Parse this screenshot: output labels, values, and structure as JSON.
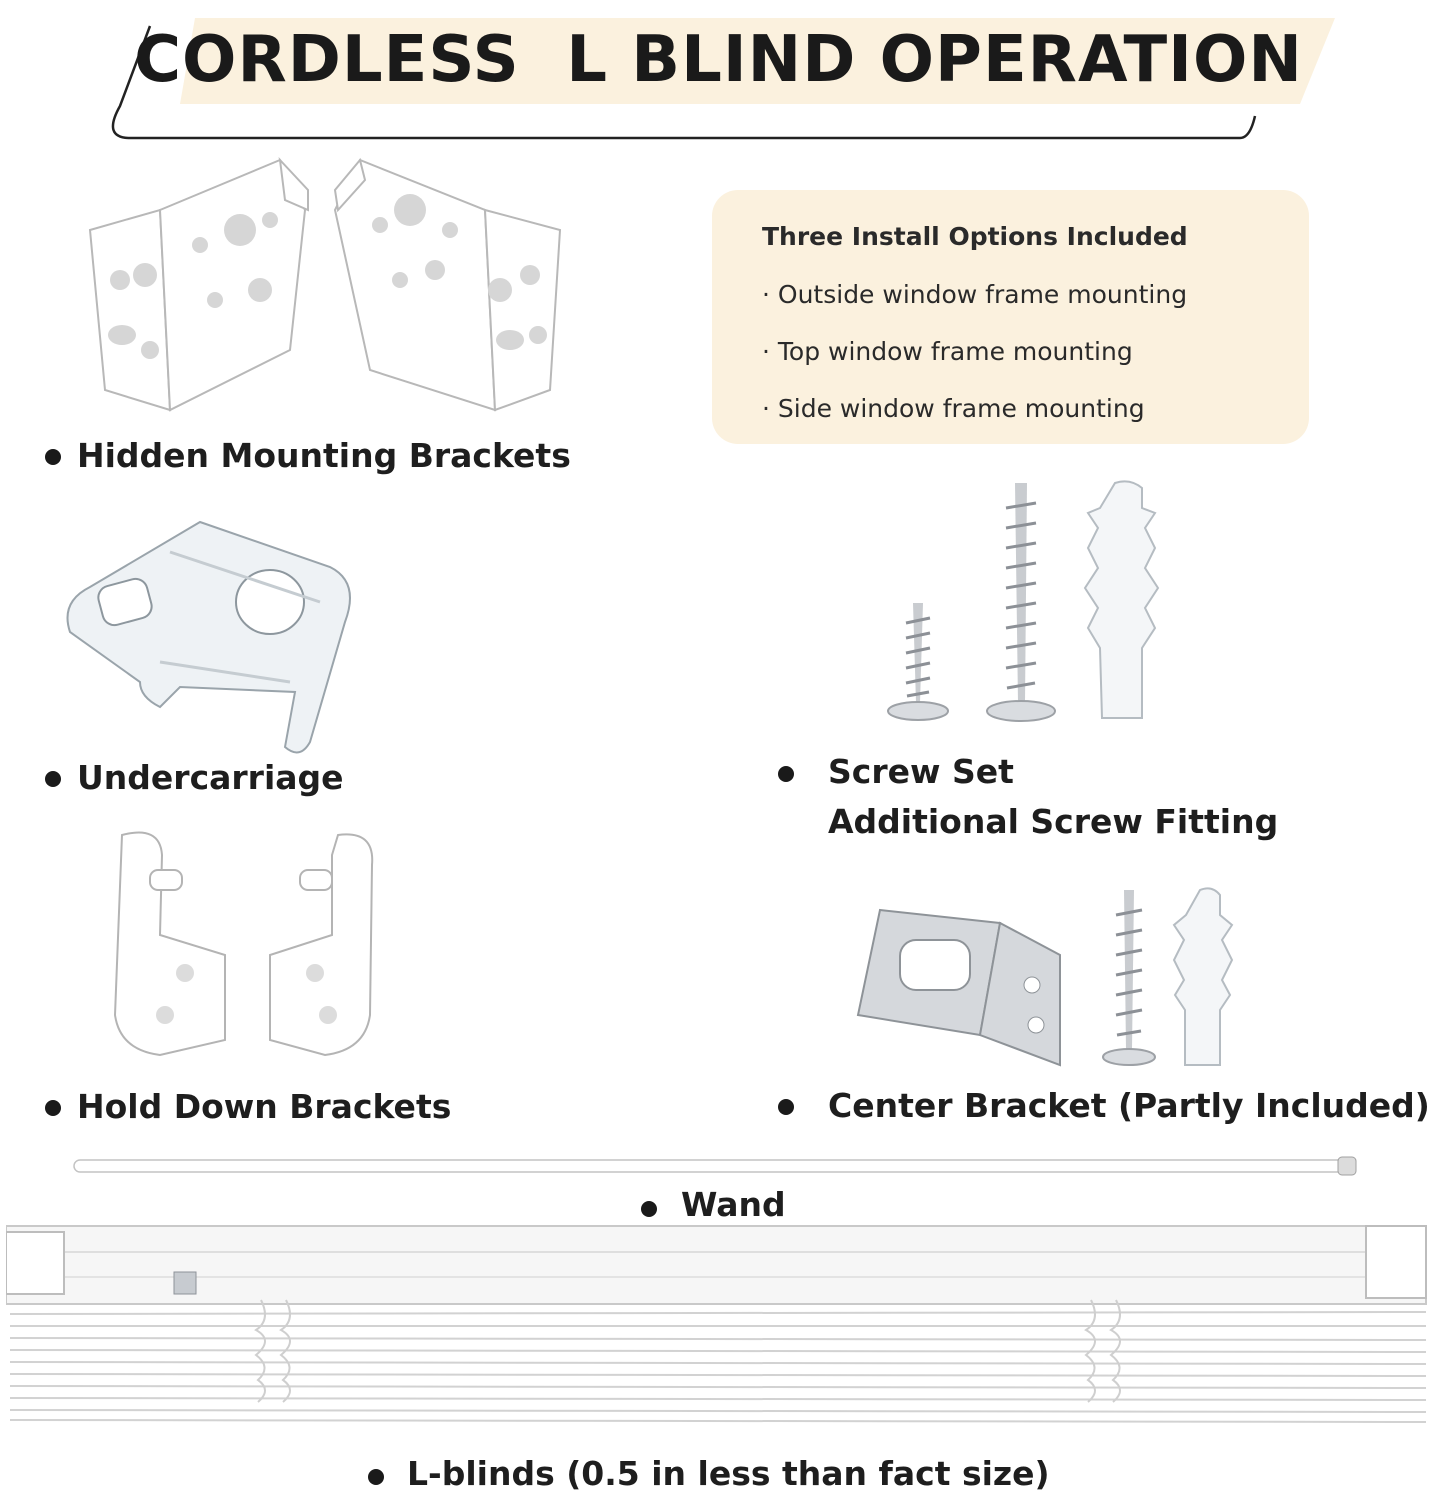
{
  "header": {
    "title": "CORDLESS  L BLIND OPERATION"
  },
  "install_options": {
    "heading": "Three Install Options Included",
    "items": [
      "· Outside window frame mounting",
      "· Top window frame mounting",
      "· Side window frame mounting"
    ]
  },
  "parts": {
    "hidden_brackets": "Hidden Mounting Brackets",
    "undercarriage": "Undercarriage",
    "hold_down": "Hold Down Brackets",
    "screw_set_line1": "Screw Set",
    "screw_set_line2": "Additional Screw Fitting",
    "center_bracket": "Center Bracket (Partly Included)",
    "wand": "Wand",
    "l_blinds": "L-blinds (0.5 in less than fact size)"
  },
  "colors": {
    "banner": "#fbf1de",
    "text": "#1e1e1e"
  }
}
